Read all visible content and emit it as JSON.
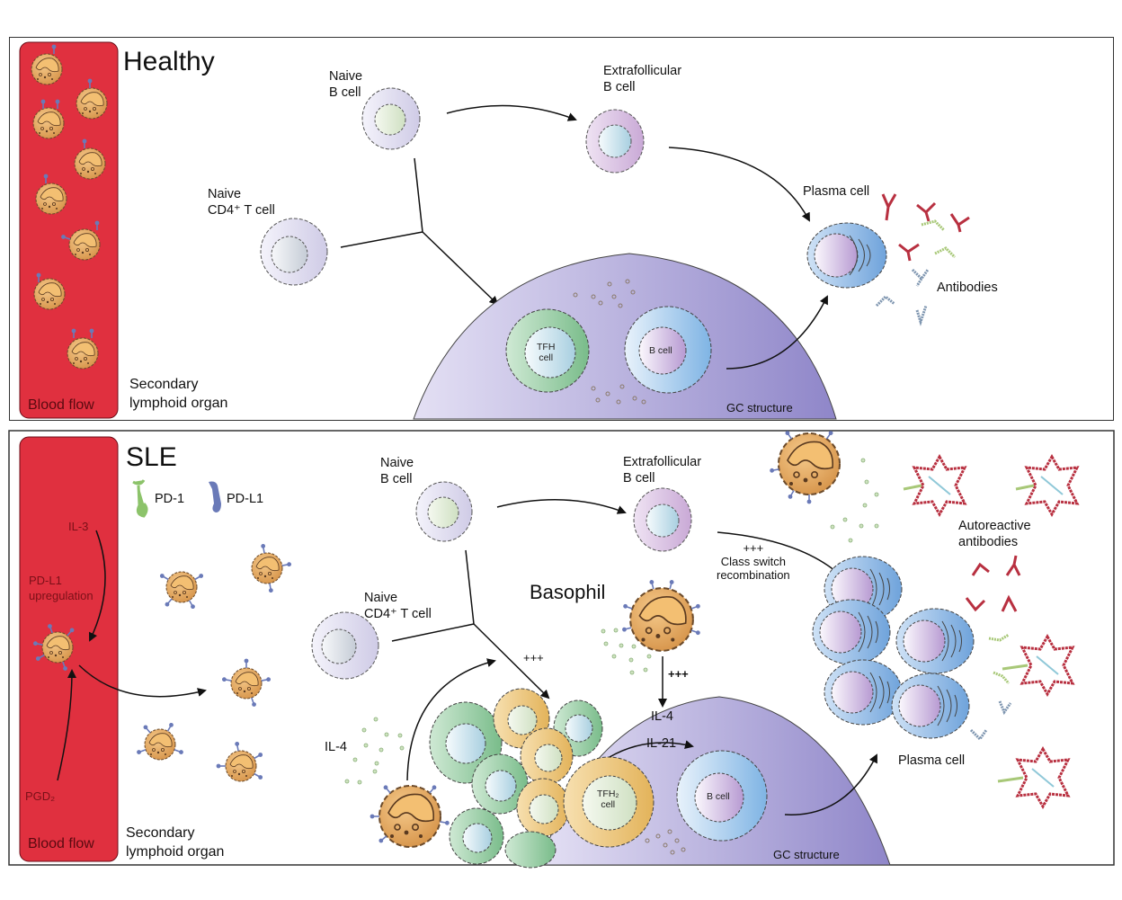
{
  "figure": {
    "panels": [
      {
        "id": "healthy",
        "title": "Healthy",
        "blood_flow_label": "Blood flow",
        "organ_label": "Secondary\nlymphoid organ",
        "labels": {
          "naive_b": "Naive\nB cell",
          "extrafollicular_b": "Extrafollicular\nB cell",
          "naive_t": "Naive\nCD4⁺ T cell",
          "plasma_cell": "Plasma cell",
          "antibodies": "Antibodies",
          "tfh_cell": "TFH\ncell",
          "b_cell": "B cell",
          "gc_structure": "GC structure"
        }
      },
      {
        "id": "sle",
        "title": "SLE",
        "blood_flow_label": "Blood flow",
        "organ_label": "Secondary\nlymphoid organ",
        "legend": [
          {
            "icon": "pd-1-receptor-icon",
            "label": "PD-1",
            "color": "#8cc36a"
          },
          {
            "icon": "pd-l1-ligand-icon",
            "label": "PD-L1",
            "color": "#6a7ab8"
          }
        ],
        "labels": {
          "il3": "IL-3",
          "pdl1_up": "PD-L1\nupregulation",
          "pgd2": "PGD₂",
          "naive_b": "Naive\nB cell",
          "extrafollicular_b": "Extrafollicular\nB cell",
          "naive_t": "Naive\nCD4⁺ T cell",
          "basophil": "Basophil",
          "plus1": "+++",
          "plus2": "+++",
          "class_switch": "+++\nClass switch\nrecombination",
          "il4_left": "IL-4",
          "il4_gc": "IL-4",
          "il21_gc": "IL-21",
          "tfh2_cell": "TFH₂\ncell",
          "b_cell": "B cell",
          "gc_structure": "GC structure",
          "autoreactive": "Autoreactive\nantibodies",
          "plasma_cell": "Plasma cell"
        }
      }
    ],
    "colors": {
      "blood": "#e0303f",
      "basophil": "#e8a85a",
      "gc": "#a8a0d8",
      "tfh_green": "#8cc79a",
      "tfh2_yellow": "#ebc067",
      "b_blue": "#8fc0e8",
      "plasma": "#8ab4e2",
      "antibody_red": "#b83040",
      "antibody_green": "#a8c878",
      "antibody_grey": "#7f96b0"
    }
  }
}
